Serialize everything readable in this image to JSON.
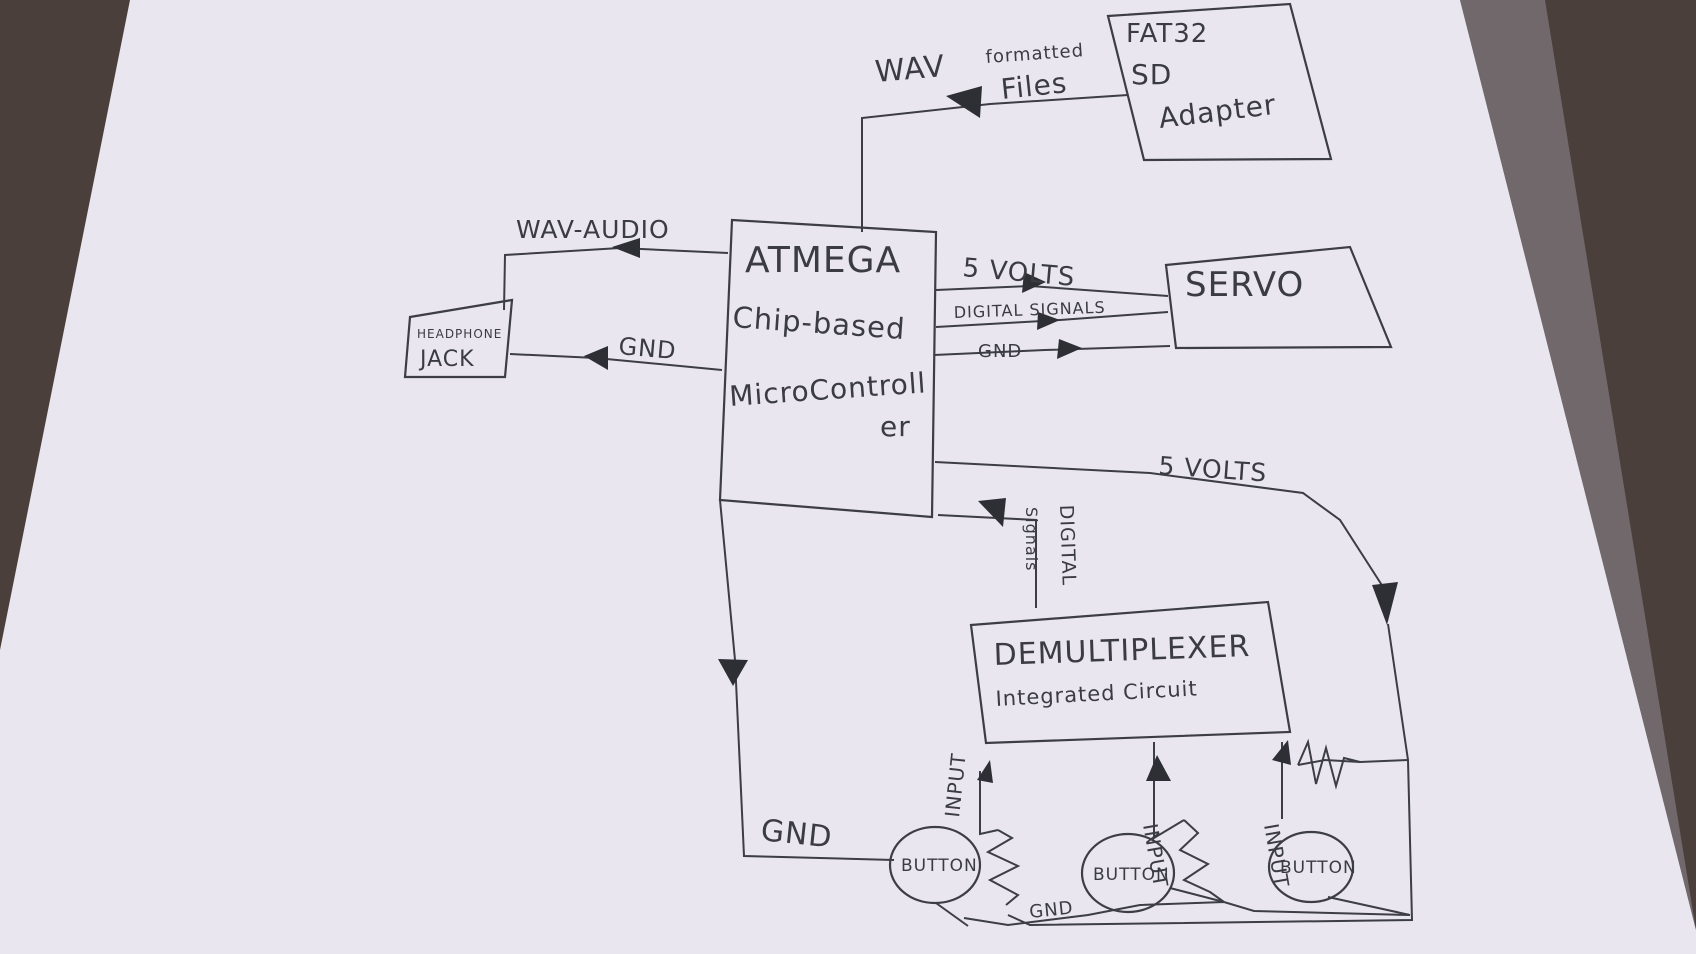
{
  "diagram": {
    "colors": {
      "paper": "#e9e6ef",
      "ink": "#3c3c44",
      "table": "#4a3f3a"
    },
    "nodes": {
      "sd_adapter": [
        "FAT32",
        "SD",
        "Adapter"
      ],
      "mcu": [
        "ATMEGA",
        "Chip-based",
        "MicroControll",
        "er"
      ],
      "servo": "SERVO",
      "headphone_jack": [
        "HEADPHONE",
        "JACK"
      ],
      "demux": [
        "DEMULTIPLEXER",
        "Integrated Circuit"
      ],
      "buttons": [
        "BUTTON",
        "BUTTON",
        "BUTTON"
      ]
    },
    "edge_labels": {
      "wav_files_1": "WAV",
      "wav_files_2": "formatted",
      "wav_files_3": "Files",
      "wav_audio": "WAV-AUDIO",
      "jack_gnd": "GND",
      "servo_5v": "5 VOLTS",
      "servo_signals": "DIGITAL SIGNALS",
      "servo_gnd": "GND",
      "demux_5v": "5 VOLTS",
      "digital_signals_1": "DIGITAL",
      "digital_signals_2": "Signals",
      "left_gnd": "GND",
      "bottom_gnd": "GND",
      "inputs": [
        "INPUT",
        "INPUT",
        "INPUT"
      ]
    }
  }
}
